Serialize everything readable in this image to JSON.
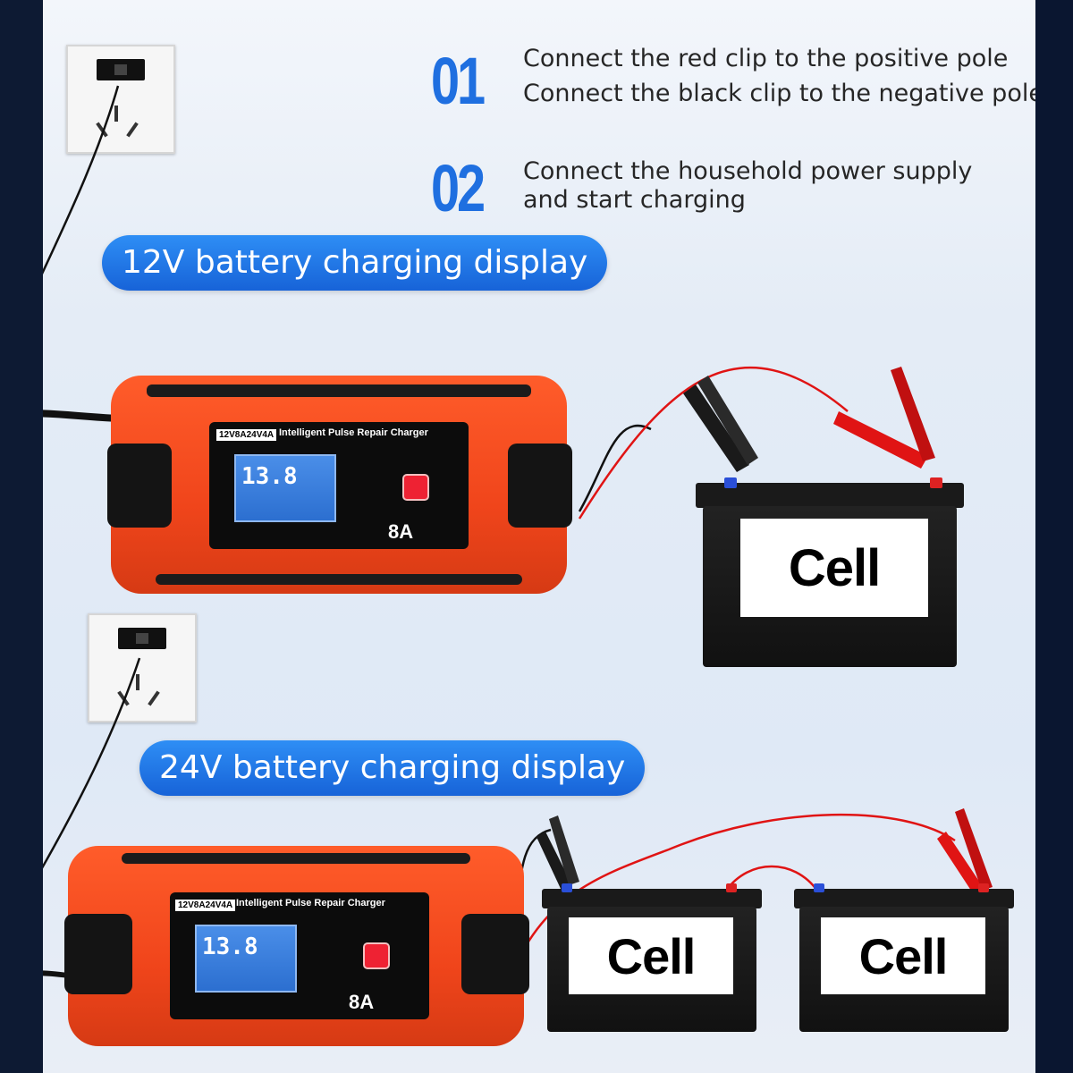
{
  "steps": [
    {
      "number": "01",
      "lines": [
        "Connect the red clip to the positive pole",
        "Connect the black clip to the negative pole"
      ]
    },
    {
      "number": "02",
      "lines": [
        "Connect the household power supply",
        "and start charging"
      ]
    }
  ],
  "sections": [
    {
      "title": "12V battery charging display"
    },
    {
      "title": "24V battery charging display"
    }
  ],
  "charger": {
    "model": "12V8A24V4A",
    "name": "Intelligent Pulse Repair Charger",
    "display_value": "13.8",
    "current": "8A",
    "color": "#f0451b"
  },
  "batteries": {
    "label": "Cell"
  },
  "colors": {
    "accent": "#1f6fe0",
    "positive_wire": "#e01414",
    "negative_wire": "#111111"
  }
}
